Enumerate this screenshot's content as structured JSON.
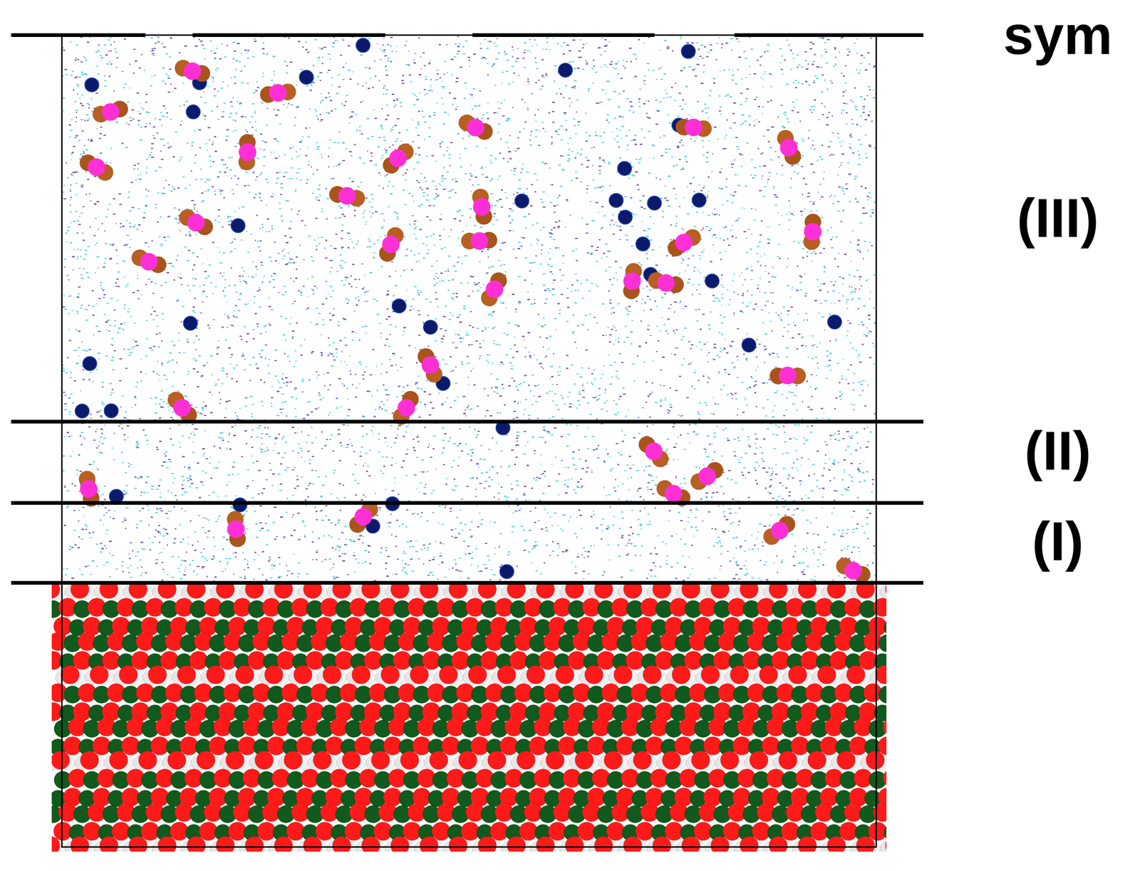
{
  "diagram": {
    "labels": [
      "sym",
      "(III)",
      "(II)",
      "(I)"
    ]
  }
}
